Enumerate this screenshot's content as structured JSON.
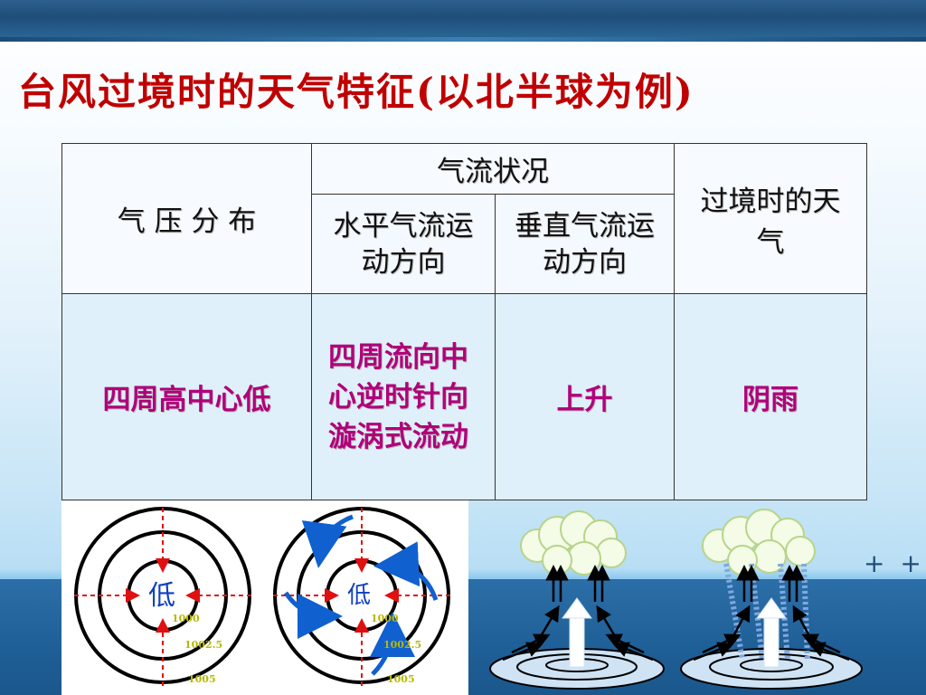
{
  "slide": {
    "title": "台风过境时的天气特征(以北半球为例)"
  },
  "table": {
    "header": {
      "pressure": "气 压 分 布",
      "airflow": "气流状况",
      "horizontal": "水平气流运动方向",
      "vertical": "垂直气流运动方向",
      "weather": "过境时的天气"
    },
    "row": {
      "pressure": "四周高中心低",
      "horizontal": "四周流向中心逆时针向漩涡式流动",
      "vertical": "上升",
      "weather": "阴雨"
    }
  },
  "diagrams": {
    "low_label_1": "低",
    "low_label_2": "低",
    "isobar_1": "1000",
    "isobar_2": "1002.5",
    "isobar_3": "1005",
    "isobar_1b": "1000",
    "isobar_2b": "1002.5",
    "isobar_3b": "1005"
  },
  "decor": {
    "plus": "+ +"
  },
  "colors": {
    "title": "#c00000",
    "highlight": "#b0007a",
    "arrow_red": "#e01010",
    "arrow_blue": "#1060d0",
    "isobar_text": "#b8b800"
  }
}
